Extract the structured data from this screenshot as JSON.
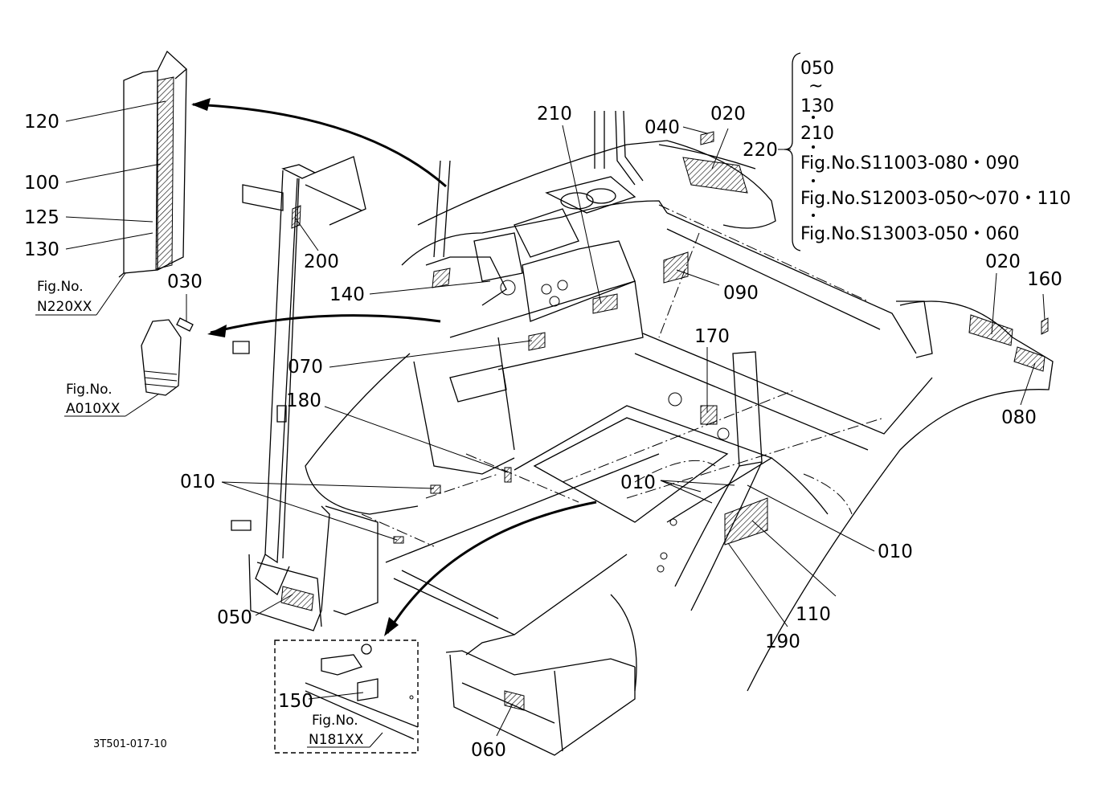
{
  "labels": {
    "p120": "120",
    "p100": "100",
    "p125": "125",
    "p130": "130",
    "p030": "030",
    "p200": "200",
    "p140": "140",
    "p070": "070",
    "p180": "180",
    "p010a": "010",
    "p050": "050",
    "p150": "150",
    "p210": "210",
    "p040": "040",
    "p020a": "020",
    "p090": "090",
    "p170": "170",
    "p010b": "010",
    "p010c": "010",
    "p110": "110",
    "p190": "190",
    "p060": "060",
    "p020b": "020",
    "p160": "160",
    "p080": "080",
    "p220": "220"
  },
  "references": {
    "n220_title": "Fig.No.",
    "n220_code": "N220XX",
    "a010_title": "Fig.No.",
    "a010_code": "A010XX",
    "n181_title": "Fig.No.",
    "n181_code": "N181XX"
  },
  "bracket": {
    "line1": "050",
    "line2": "~",
    "line3": "130",
    "line4": "210",
    "line5": "Fig.No.S11003-080・090",
    "line6": "Fig.No.S12003-050～070・110",
    "line7": "Fig.No.S13003-050・060"
  },
  "drawing_code": "3T501-017-10"
}
